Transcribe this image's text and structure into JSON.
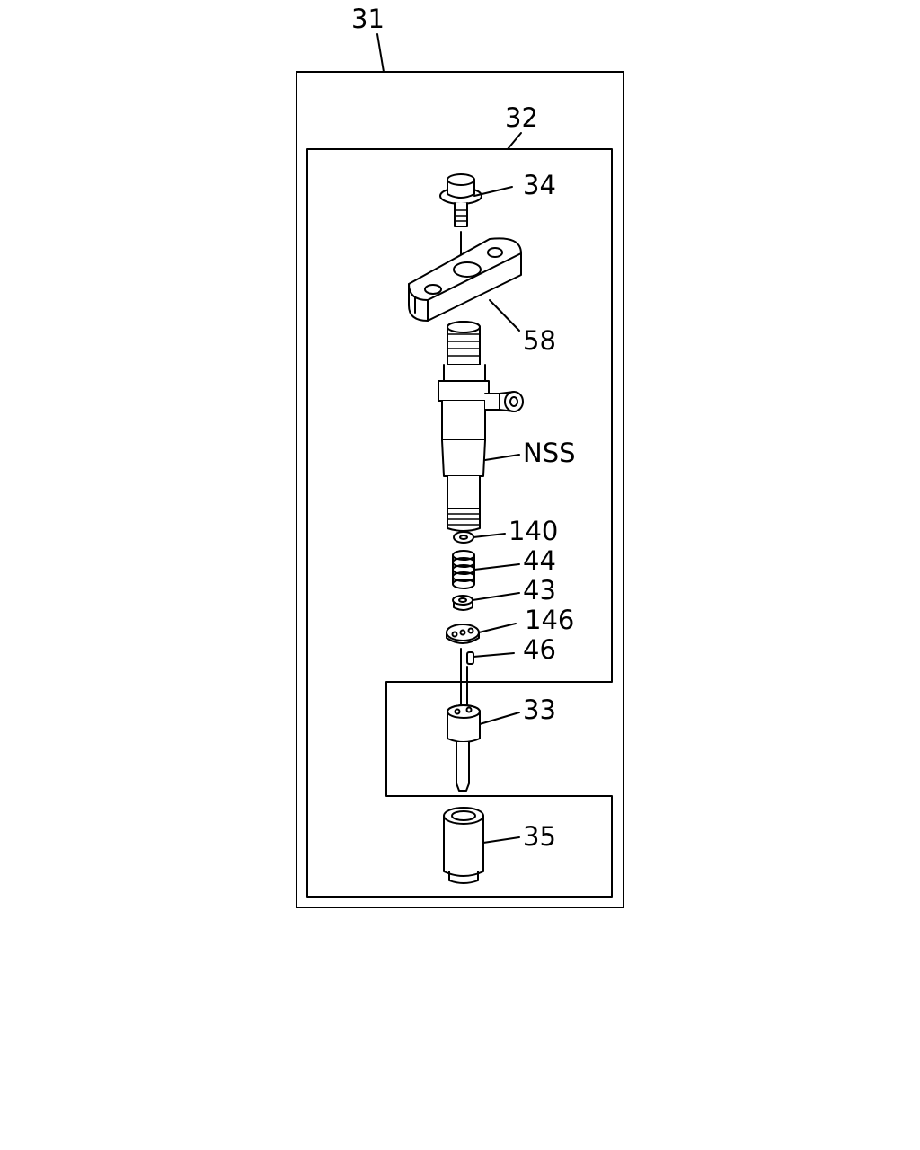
{
  "diagram": {
    "title": "",
    "ink_color": "#000000",
    "background_color": "#ffffff",
    "callouts": {
      "assembly_outer": "31",
      "assembly_inner": "32",
      "bolt": "34",
      "clamp": "58",
      "injector_body": "NSS",
      "washer": "140",
      "spring": "44",
      "spring_seat": "43",
      "spacer_plate": "146",
      "pin": "46",
      "nozzle": "33",
      "retaining_nut": "35"
    }
  }
}
